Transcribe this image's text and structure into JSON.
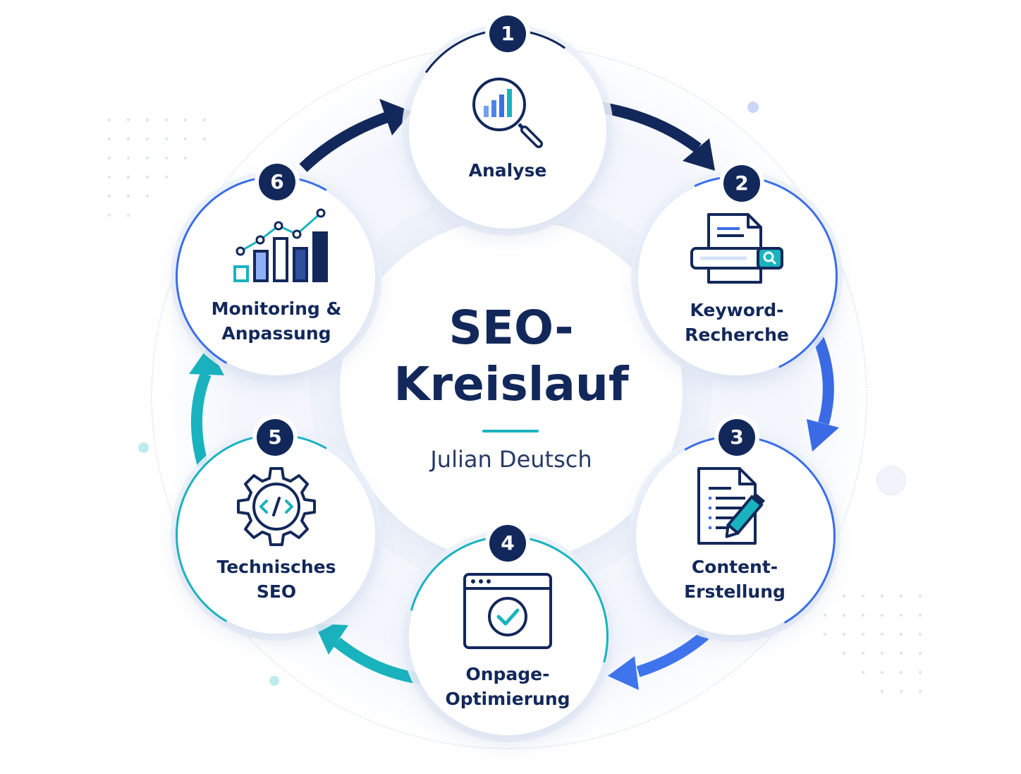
{
  "diagram": {
    "title_line1": "SEO-",
    "title_line2": "Kreislauf",
    "author": "Julian Deutsch"
  },
  "steps": [
    {
      "number": "1",
      "label_lines": [
        "Analyse"
      ],
      "icon": "magnifier-chart-icon"
    },
    {
      "number": "2",
      "label_lines": [
        "Keyword-",
        "Recherche"
      ],
      "icon": "document-search-icon"
    },
    {
      "number": "3",
      "label_lines": [
        "Content-",
        "Erstellung"
      ],
      "icon": "document-pencil-icon"
    },
    {
      "number": "4",
      "label_lines": [
        "Onpage-",
        "Optimierung"
      ],
      "icon": "browser-check-icon"
    },
    {
      "number": "5",
      "label_lines": [
        "Technisches",
        "SEO"
      ],
      "icon": "gear-code-icon"
    },
    {
      "number": "6",
      "label_lines": [
        "Monitoring &",
        "Anpassung"
      ],
      "icon": "growth-chart-icon"
    }
  ],
  "colors": {
    "navy": "#13285a",
    "blue": "#3b6ee6",
    "teal": "#19b3be"
  }
}
